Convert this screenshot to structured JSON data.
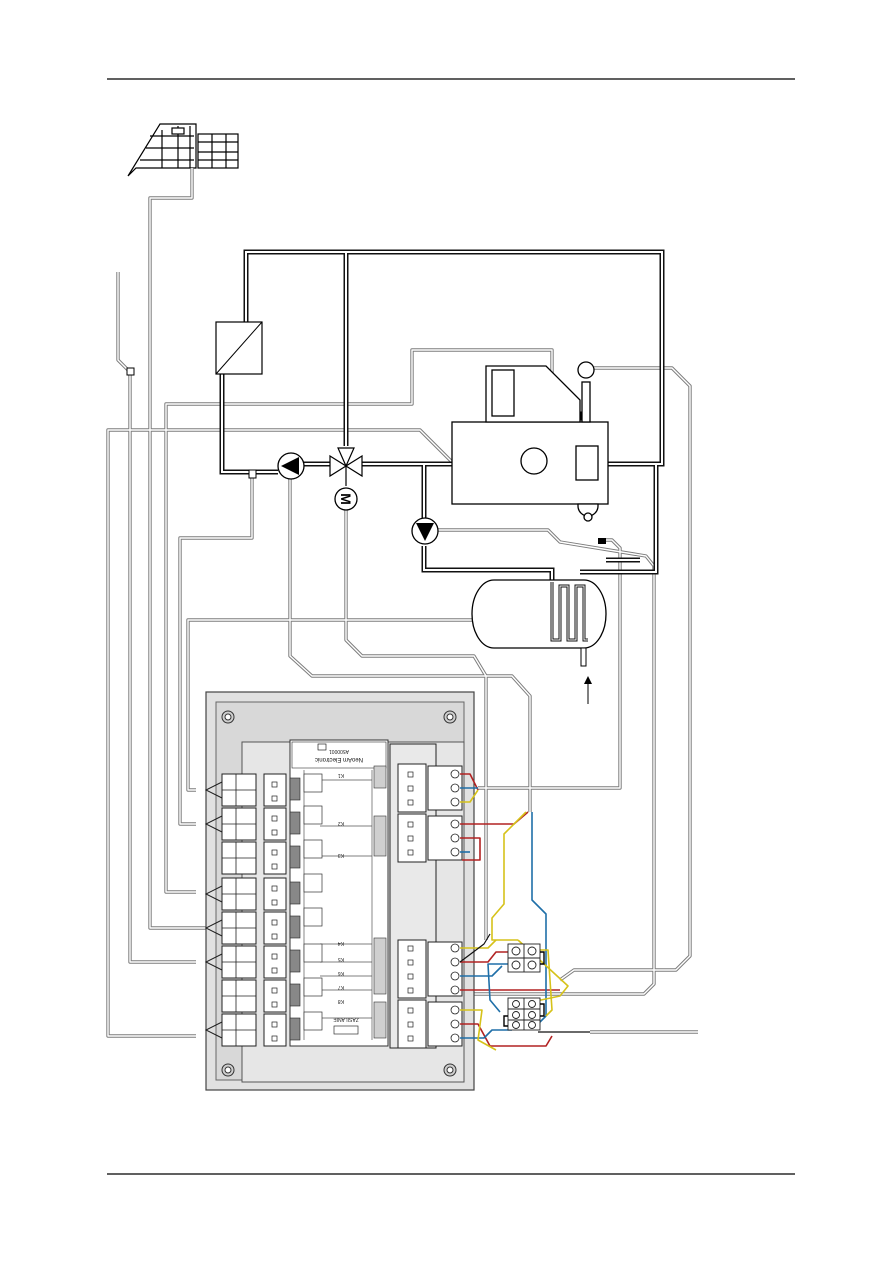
{
  "board": {
    "brand": "NeoAm Electronic",
    "model": "A500001",
    "relay_labels": [
      "K1",
      "K2",
      "K3",
      "K4",
      "K5",
      "K6",
      "K7",
      "K8"
    ],
    "fuse_label": "ZASILANIE"
  },
  "wire_colors": {
    "sensor_cable": "#a3a3a3",
    "pipe": "#1a1a1a",
    "brown": "#b22222",
    "blue": "#1f6fa8",
    "yellow_green": "#d6c21a"
  }
}
